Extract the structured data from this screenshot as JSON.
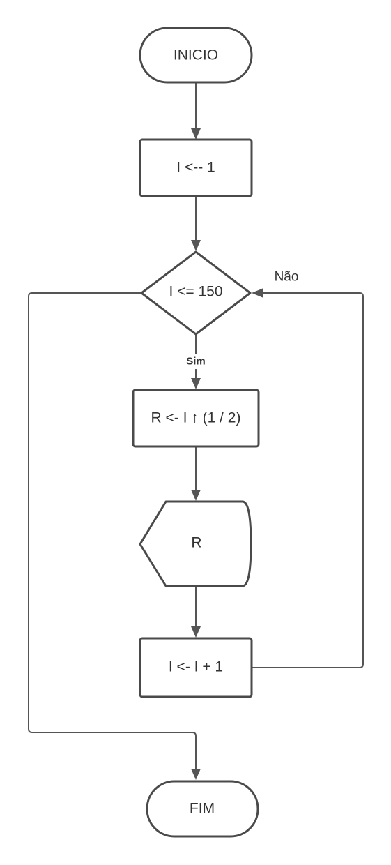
{
  "flowchart": {
    "nodes": {
      "start": "INICIO",
      "init": "I <-- 1",
      "decision": "I <= 150",
      "compute": "R <- I ↑ (1 / 2)",
      "display": "R",
      "increment": "I <- I + 1",
      "end": "FIM"
    },
    "edge_labels": {
      "yes": "Sim",
      "no": "Não"
    }
  }
}
